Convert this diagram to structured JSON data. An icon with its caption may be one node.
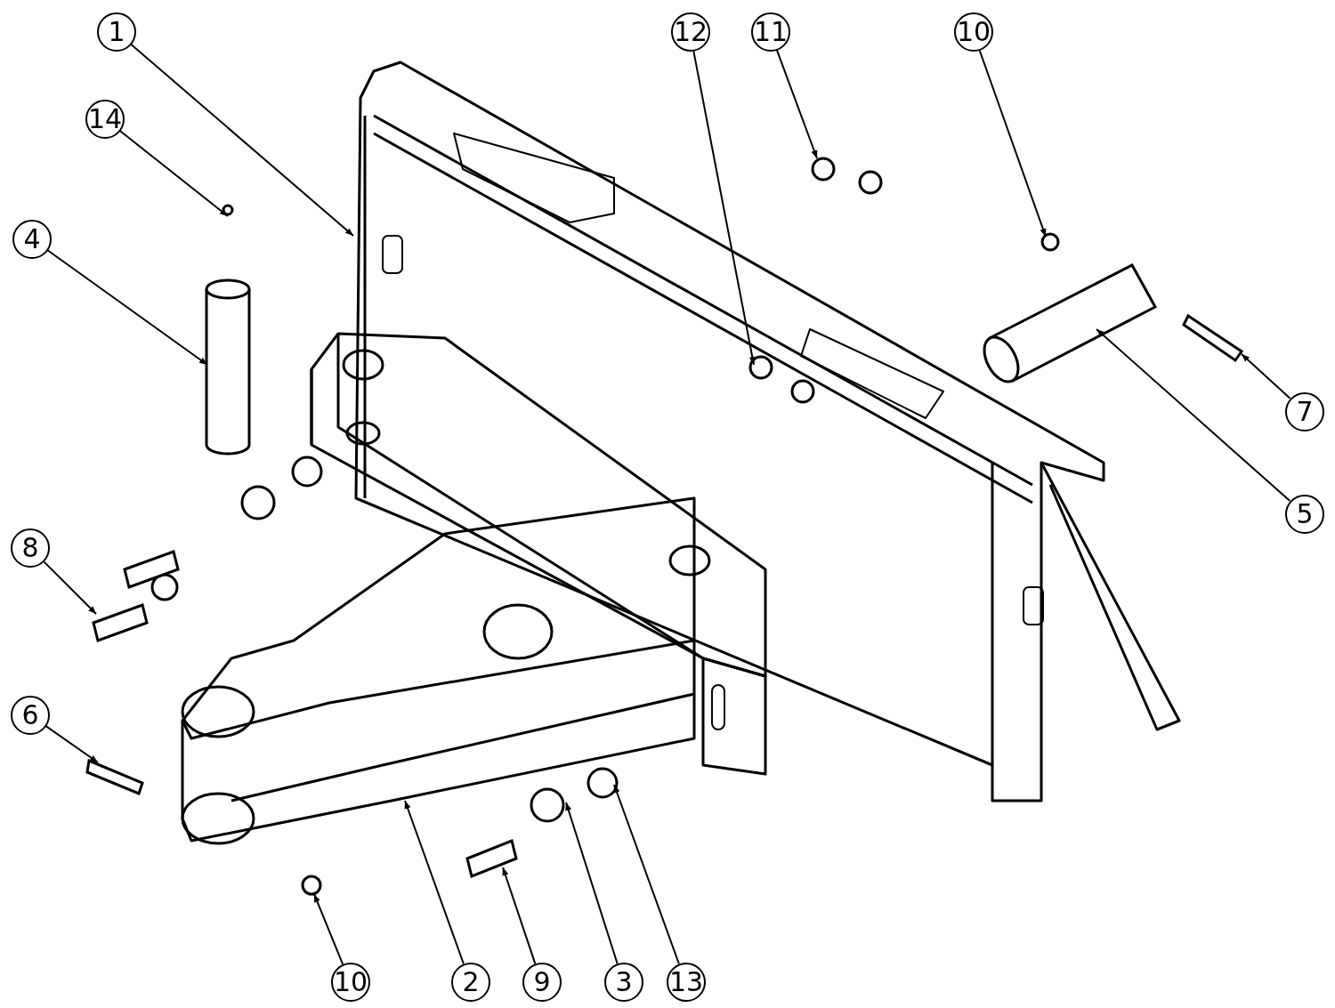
{
  "diagram": {
    "nodes": [
      {
        "text": [
          "1"
        ]
      },
      {
        "text": [
          "14"
        ]
      },
      {
        "text": [
          "4"
        ]
      },
      {
        "text": [
          "12"
        ]
      },
      {
        "text": [
          "11"
        ]
      },
      {
        "text": [
          "10"
        ]
      },
      {
        "text": [
          "7"
        ]
      },
      {
        "text": [
          "5"
        ]
      },
      {
        "text": [
          "8"
        ]
      },
      {
        "text": [
          "6"
        ]
      },
      {
        "text": [
          "10"
        ]
      },
      {
        "text": [
          "2"
        ]
      },
      {
        "text": [
          "9"
        ]
      },
      {
        "text": [
          "3"
        ]
      },
      {
        "text": [
          "13"
        ]
      },
      {
        "text": [],
        "shape": "cylinder"
      }
    ],
    "edges": [
      {
        "from": 0,
        "to": null,
        "arrow": "to"
      },
      {
        "from": 1,
        "to": null,
        "arrow": "to"
      },
      {
        "from": 2,
        "to": 15,
        "arrow": "to"
      },
      {
        "from": 3,
        "to": null,
        "arrow": "to"
      },
      {
        "from": 4,
        "to": null,
        "arrow": "to"
      },
      {
        "from": 5,
        "to": null,
        "arrow": "to"
      },
      {
        "from": 6,
        "to": null,
        "arrow": "to"
      },
      {
        "from": 7,
        "to": null,
        "arrow": "to"
      },
      {
        "from": 8,
        "to": null,
        "arrow": "to"
      },
      {
        "from": 9,
        "to": null,
        "arrow": "to"
      },
      {
        "from": 10,
        "to": null,
        "arrow": "to"
      },
      {
        "from": 11,
        "to": null,
        "arrow": "to"
      },
      {
        "from": 12,
        "to": null,
        "arrow": "to"
      },
      {
        "from": 13,
        "to": null,
        "arrow": "to"
      },
      {
        "from": 14,
        "to": null,
        "arrow": "to"
      }
    ]
  }
}
